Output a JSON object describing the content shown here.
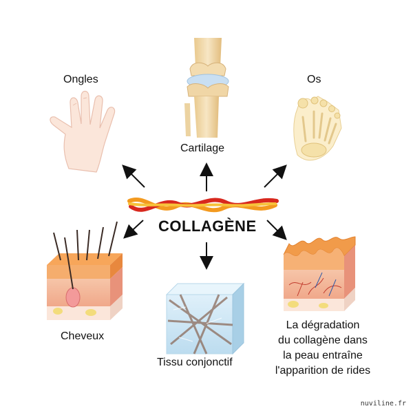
{
  "center": {
    "title": "COLLAGÈNE"
  },
  "labels": {
    "ongles": "Ongles",
    "cartilage": "Cartilage",
    "os": "Os",
    "cheveux": "Cheveux",
    "tissu": "Tissu conjonctif",
    "rides": [
      "La dégradation",
      "du collagène dans",
      "la peau entraîne",
      "l'apparition de rides"
    ]
  },
  "credit": "nuviline.fr",
  "colors": {
    "strand_red": "#d8281e",
    "strand_orange": "#f39a1f",
    "strand_yellow": "#f7c23a",
    "bone": "#f2ddb3",
    "cartilage_blue": "#c9dff2",
    "skin": "#f4b79a",
    "skin_top": "#f19b4a",
    "fat": "#f3dc7c",
    "cube": "#cde7f5"
  }
}
